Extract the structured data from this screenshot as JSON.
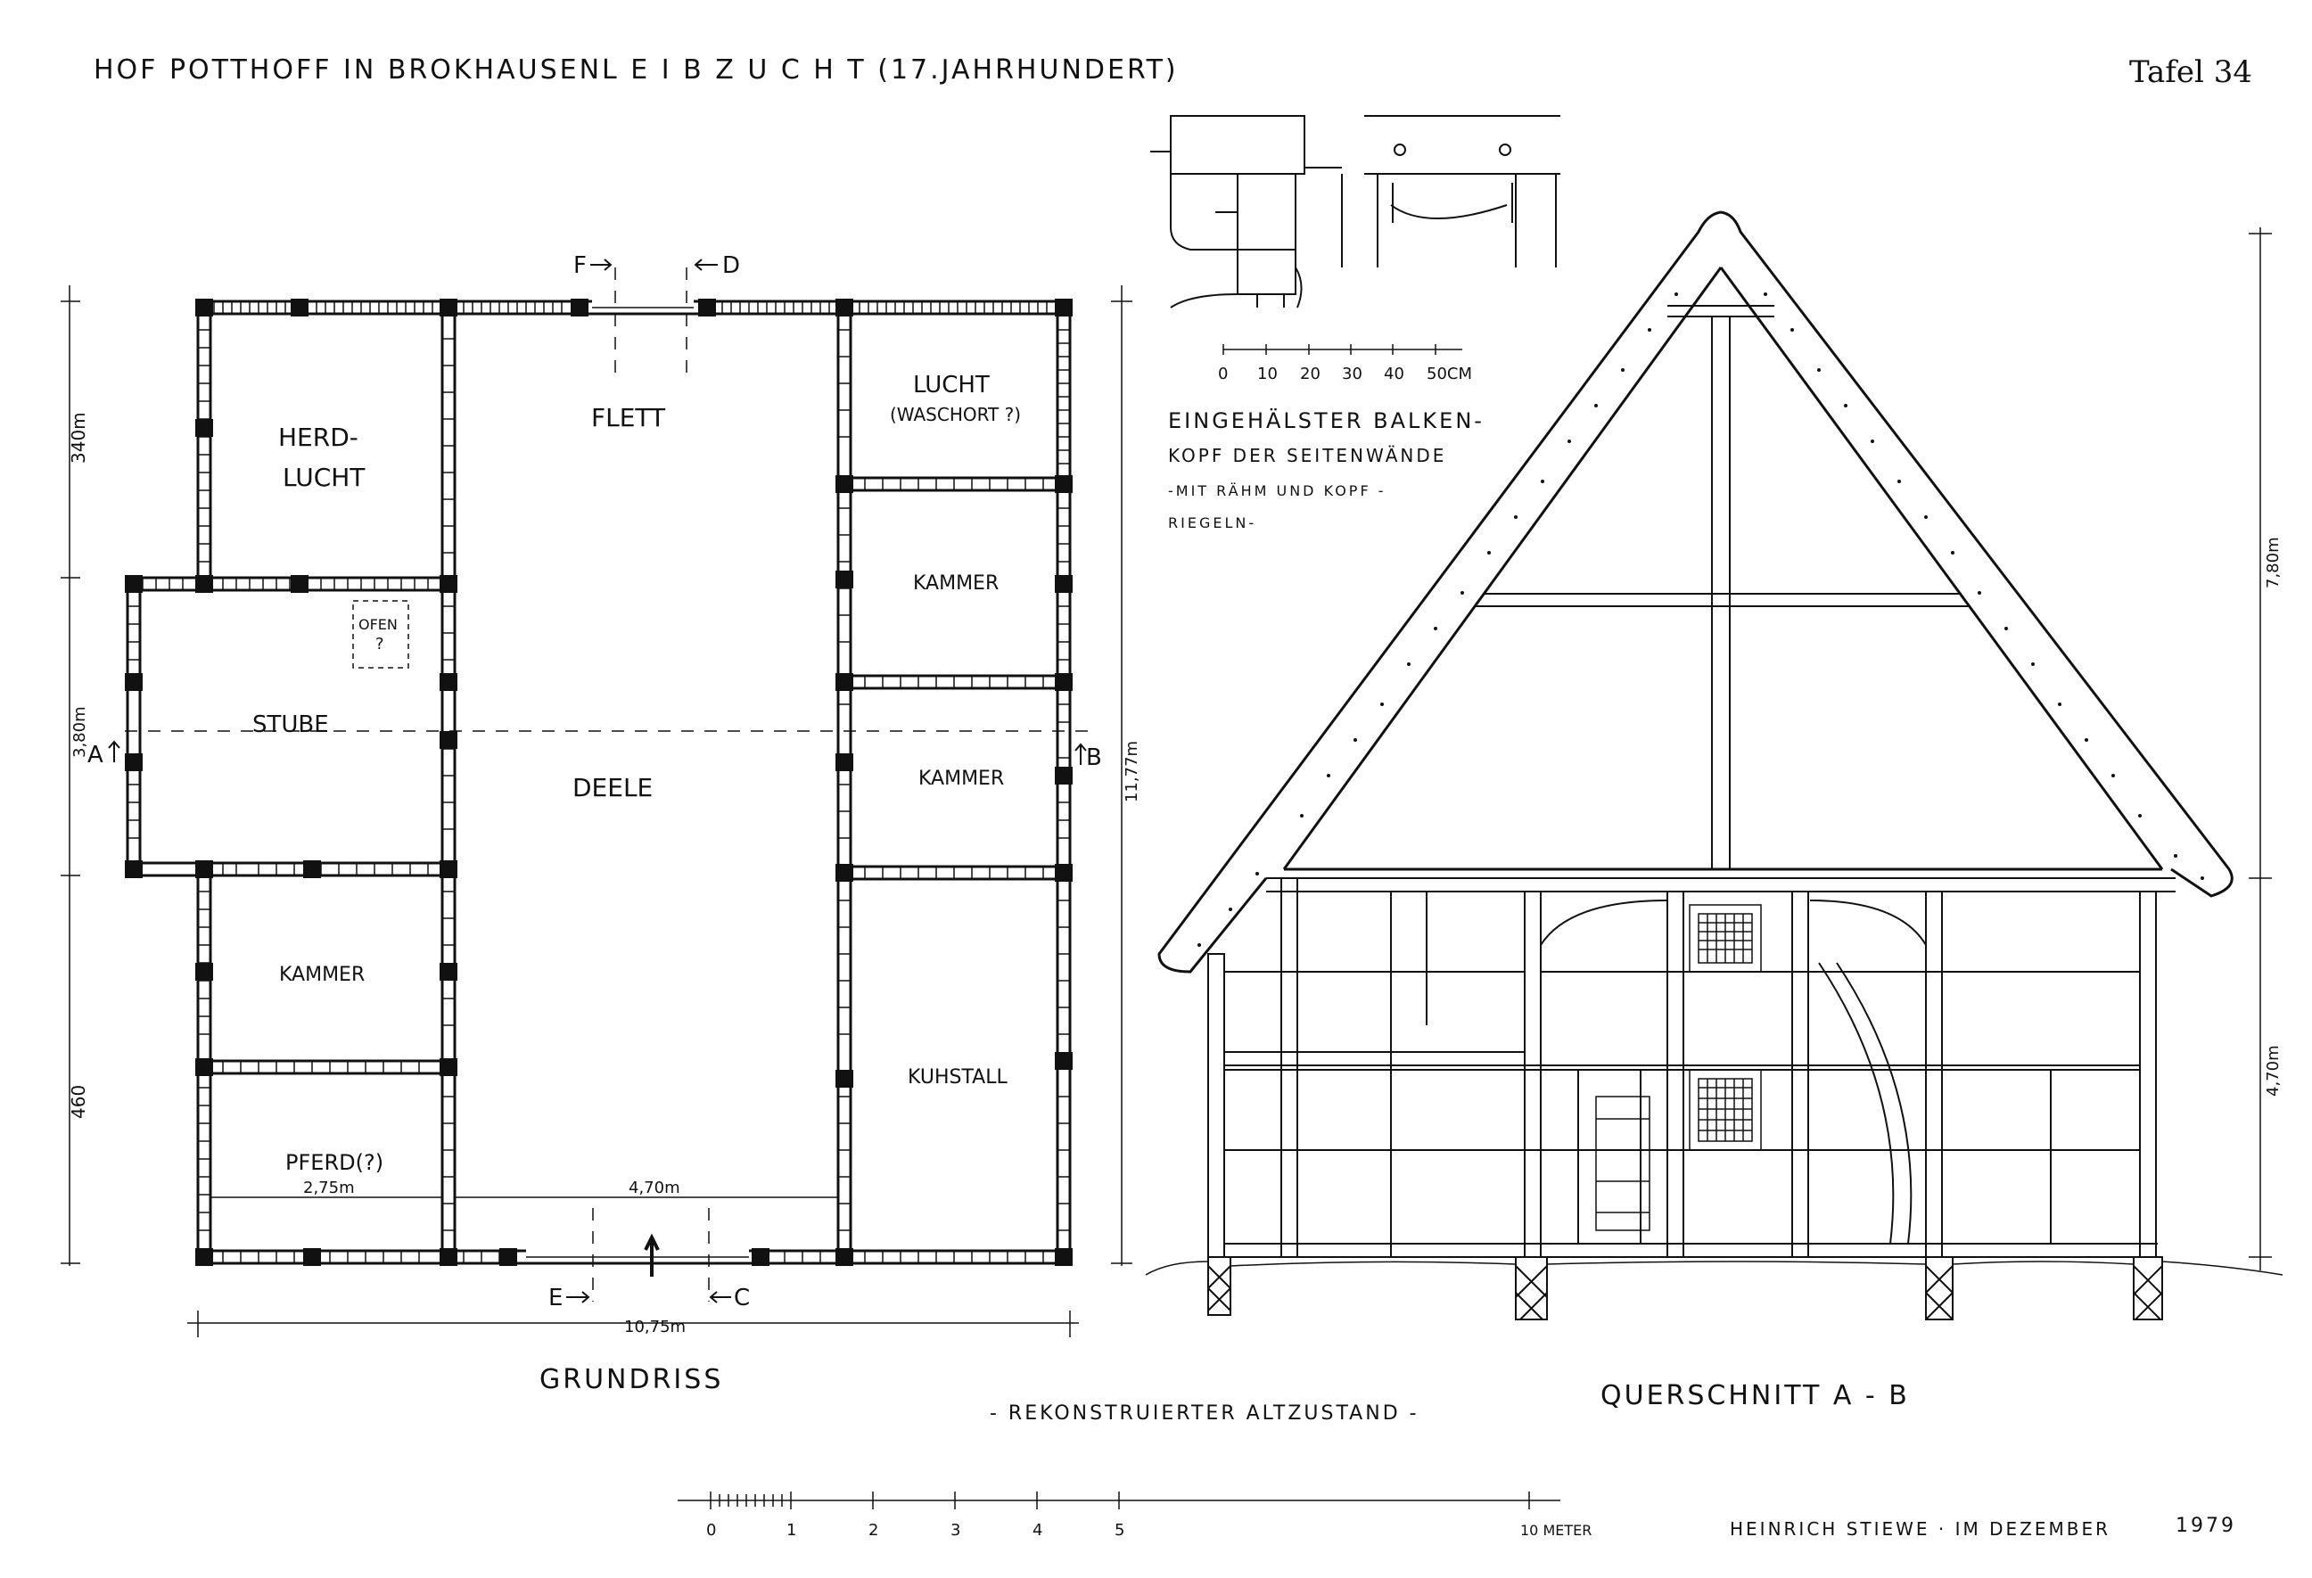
{
  "header": {
    "title_left": "HOF POTTHOFF IN BROKHAUSEN",
    "title_right": "L E I B Z U C H T (17.JAHRHUNDERT)",
    "plate": "Tafel 34"
  },
  "plan": {
    "rooms": {
      "herd": "HERD-",
      "herd2": "LUCHT",
      "flett": "FLETT",
      "lucht": "LUCHT",
      "lucht_sub": "(WASCHORT ?)",
      "ofen": "OFEN",
      "ofen_q": "?",
      "kammer1": "KAMMER",
      "stube": "STUBE",
      "deele": "DEELE",
      "kammer2": "KAMMER",
      "kammer3": "KAMMER",
      "kuhstall": "KUHSTALL",
      "pferd": "PFERD(?)"
    },
    "section_marks": {
      "f": "F",
      "d": "D",
      "a": "A",
      "b": "B",
      "e": "E",
      "c": "C"
    },
    "dims": {
      "d340": "340m",
      "d380": "3,80m",
      "d460": "460",
      "d1177": "11,77m",
      "d275": "2,75m",
      "d470": "4,70m",
      "d1075": "10,75m"
    },
    "caption": "GRUNDRISS"
  },
  "detail": {
    "scale_ticks": [
      "0",
      "10",
      "20",
      "30",
      "40",
      "50CM"
    ],
    "note": [
      "EINGEHÄLSTER BALKEN-",
      "KOPF DER SEITENWÄNDE",
      "-MIT RÄHM UND KOPF -",
      "RIEGELN-"
    ]
  },
  "section": {
    "caption": "QUERSCHNITT A - B",
    "dim_roof": "7,80m",
    "dim_wall": "4,70m"
  },
  "footer": {
    "reconstruction": "- REKONSTRUIERTER ALTZUSTAND -",
    "scale_ticks": [
      "0",
      "1",
      "2",
      "3",
      "4",
      "5",
      "10 METER"
    ],
    "author": "HEINRICH STIEWE · IM DEZEMBER",
    "year": "1979"
  }
}
